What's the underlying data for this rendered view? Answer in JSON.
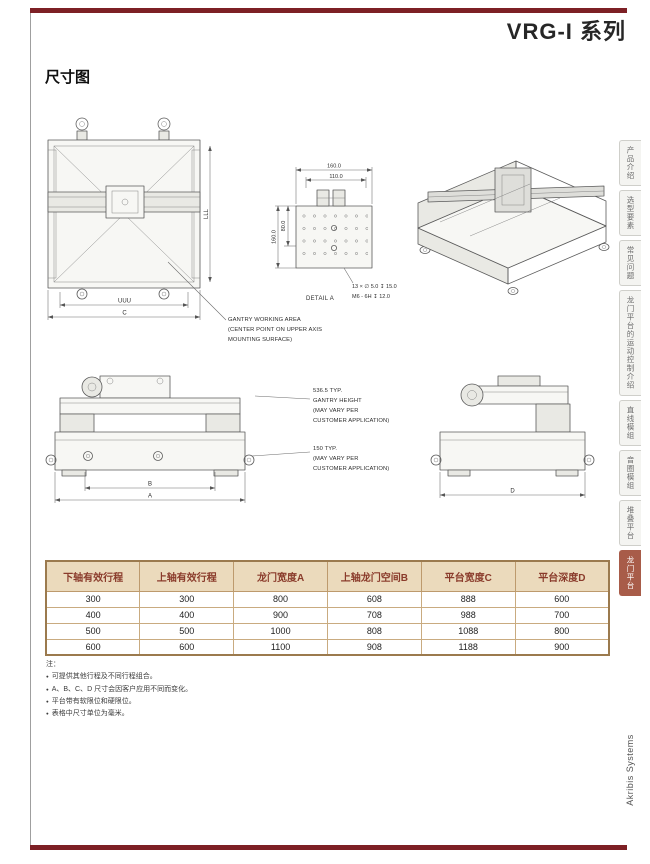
{
  "page": {
    "title": "VRG-I 系列",
    "section_heading": "尺寸图",
    "brand": "Akribis Systems"
  },
  "drawings": {
    "letters": {
      "uuu": "UUU",
      "c": "C",
      "lll": "LLL",
      "a": "A",
      "b": "B",
      "d": "D"
    },
    "dims": {
      "top_width": "160.0",
      "inner_width": "110.0",
      "left_inner": "80.0",
      "left_outer": "160.0",
      "callout1": "13 × ∅ 5.0 ↧ 15.0",
      "callout2": "M6 - 6H ↧ 12.0",
      "detail_label": "DETAIL A"
    },
    "labels": {
      "working_area": "GANTRY WORKING AREA\n(CENTER POINT ON UPPER AXIS\nMOUNTING SURFACE)",
      "gantry_height": "536.5 TYP.\nGANTRY HEIGHT\n(MAY VARY PER\nCUSTOMER APPLICATION)",
      "platform_height": "150 TYP.\n(MAY VARY PER\nCUSTOMER APPLICATION)"
    }
  },
  "table": {
    "headers": [
      "下轴有效行程",
      "上轴有效行程",
      "龙门宽度A",
      "上轴龙门空间B",
      "平台宽度C",
      "平台深度D"
    ],
    "rows": [
      [
        "300",
        "300",
        "800",
        "608",
        "888",
        "600"
      ],
      [
        "400",
        "400",
        "900",
        "708",
        "988",
        "700"
      ],
      [
        "500",
        "500",
        "1000",
        "808",
        "1088",
        "800"
      ],
      [
        "600",
        "600",
        "1100",
        "908",
        "1188",
        "900"
      ]
    ]
  },
  "notes": {
    "label": "注：",
    "bullet": "●",
    "items": [
      "可提供其他行程及不同行程组合。",
      "A、B、C、D 尺寸会因客户应用不同而变化。",
      "平台带有软限位和硬限位。",
      "表格中尺寸单位为毫米。"
    ]
  },
  "sidebar": {
    "tabs": [
      {
        "label": "产品介绍",
        "active": false
      },
      {
        "label": "选型要素",
        "active": false
      },
      {
        "label": "常见问题",
        "active": false
      },
      {
        "label": "龙门平台的运动控制介绍",
        "active": false
      },
      {
        "label": "直线模组",
        "active": false
      },
      {
        "label": "音圈模组",
        "active": false
      },
      {
        "label": "堆叠平台",
        "active": false
      },
      {
        "label": "龙门平台",
        "active": true
      }
    ]
  },
  "colors": {
    "accent_bar": "#7d2025",
    "active_tab": "#a85c49",
    "table_header_bg": "#ebdabc",
    "table_header_text": "#8a3b2b",
    "table_border": "#bd9a6d"
  }
}
